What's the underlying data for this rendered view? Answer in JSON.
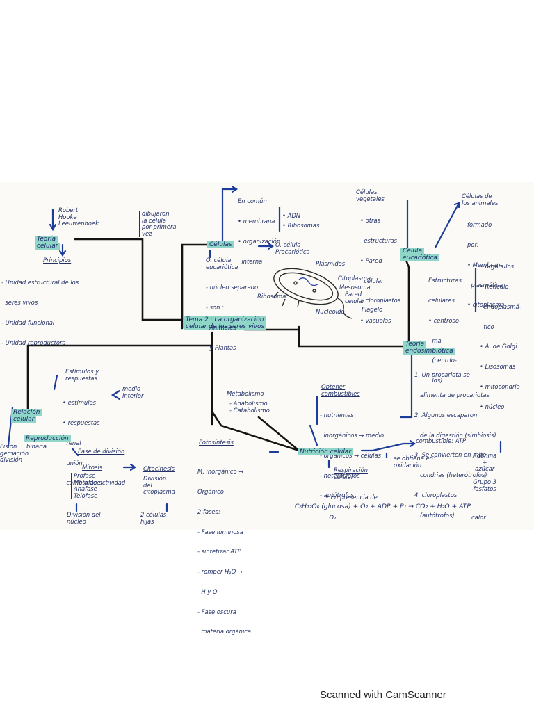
{
  "title": [
    "Tema 2 : La organización",
    "celular de los seres vivos"
  ],
  "teoria_celular": {
    "scientists": [
      "Robert",
      "Hooke",
      "Leeuwenhoek"
    ],
    "dibujaron": [
      "dibujaron",
      "la célula",
      "por primera",
      "vez"
    ],
    "label": [
      "Teoría",
      "celular"
    ],
    "principios_title": "Principios",
    "principios": [
      "- Unidad estructural de los",
      "  seres vivos",
      "- Unidad funcional",
      "- Unidad reproductora"
    ]
  },
  "celulas": {
    "label": "Células",
    "en_comun_title": "En común",
    "en_comun": [
      "• membrana",
      "• organización",
      "  interna",
      "• ADN",
      "• Ribosomas"
    ],
    "eucariotica": [
      "O. célula",
      "eucariótica"
    ],
    "euca_items": [
      "- núcleo separado",
      "- son :",
      "  Animales",
      "  y Plantas"
    ],
    "procariotica": [
      "O. célula",
      "Procariótica"
    ],
    "proca_items": [
      "Plásmidos",
      "Citoplasma",
      "Mesosoma",
      "Pared",
      "celular",
      "Ribosoma",
      "Nucleoide",
      "Flagelo"
    ]
  },
  "vegetales": {
    "title": [
      "Células",
      "vegetales"
    ],
    "items": [
      "• otras",
      "  estructuras",
      "• Pared",
      "  celular",
      "• cloroplastos",
      "• vacuolas"
    ]
  },
  "animales": {
    "title": [
      "Células de",
      "los animales"
    ],
    "items": [
      "formado",
      "por:",
      "• Membrana",
      "  plasmática",
      "• citoplasma"
    ]
  },
  "eucariotica_box": {
    "label": [
      "Célula",
      "eucariótica"
    ],
    "estructuras": [
      "Estructuras",
      "celulares",
      "• centroso-",
      "  ma",
      "  (centrío-",
      "  los)"
    ],
    "organulos": [
      "• orgánulos",
      "• Retículo",
      "  endoplasmá-",
      "  tico",
      "• A. de Golgi",
      "• Lisosomas",
      "• mitocondria",
      "• núcleo"
    ]
  },
  "endosimbiotica": {
    "label": [
      "Teoría",
      "endosimbiótica"
    ],
    "items": [
      "1. Un procariota se",
      "   alimenta de procariotas",
      "2. Algunos escaparon",
      "   de la digestión (simbiosis)",
      "3. Se convierten en mito-",
      "   condrias (heterótrofos)",
      "4. cloroplastos",
      "   (autótrofos)"
    ]
  },
  "relacion": {
    "label": [
      "Relación",
      "celular"
    ],
    "estimulos": [
      "Estímulos y",
      "respuestas"
    ],
    "items": [
      "• estímulos",
      "• respuestas",
      "  renal",
      "  unión",
      "  cambio de actividad"
    ],
    "medio": [
      "medio",
      "interior"
    ]
  },
  "reproduccion": {
    "label": "Reproducción",
    "left": [
      "Fisión",
      "binaria",
      "gemación",
      "división"
    ],
    "fase": "Fase de división",
    "mitosis": "Mitosis",
    "fases": [
      "Profase",
      "Metafase",
      "Anafase",
      "Telofase"
    ],
    "division_nucleo": [
      "División del",
      "núcleo"
    ],
    "citocinesis": "Citocinesis",
    "division_cito": [
      "División",
      "del",
      "citoplasma"
    ],
    "hijas": [
      "2 células",
      "hijas"
    ]
  },
  "metabolismo": {
    "label": "Metabolismo",
    "items": [
      "- Anabolismo",
      "- Catabolismo"
    ]
  },
  "combustibles": {
    "label": [
      "Obtener",
      "combustibles"
    ],
    "items": [
      "- nutrientes",
      "  inorgánicos → medio",
      "- orgánicos → células",
      "- heterótrofos",
      "- autótrofos"
    ]
  },
  "fotosintesis": {
    "label": "Fotosíntesis",
    "items": [
      "M. inorgánico →",
      "Orgánico",
      "2 fases:",
      "- Fase luminosa",
      "- sintetizar ATP",
      "- romper H₂O →",
      "  H y O",
      "- Fase oscura",
      "  materia orgánica"
    ]
  },
  "nutricion": {
    "label": "Nutrición celular",
    "respiracion": [
      "Respiración",
      "celular"
    ],
    "resp_items": [
      "• En presencia de",
      "  O₂"
    ],
    "combustible": "combustible: ATP",
    "se_obtiene": [
      "se obtiene en:",
      "oxidación"
    ],
    "atp_parts": [
      "Adenina",
      "+",
      "azúcar",
      "+",
      "Grupo 3",
      "fosfatos"
    ],
    "equation": "C₆H₁₂O₆ (glucosa) + O₂ + ADP + P₁ → CO₂ + H₂O + ATP",
    "calor": "calor"
  },
  "footer": "Scanned with CamScanner",
  "colors": {
    "accent": "#8fd6c9",
    "ink": "#1b2a66",
    "line": "#141414",
    "arrow": "#1c3c9a"
  }
}
